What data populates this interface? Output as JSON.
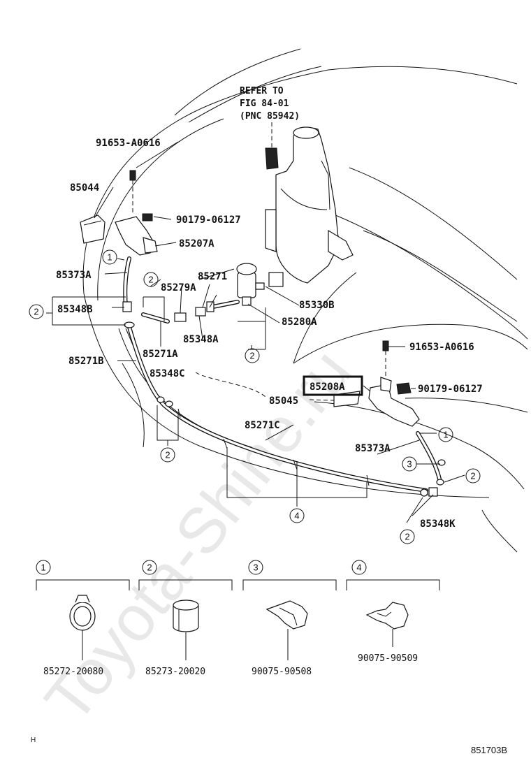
{
  "diagram": {
    "refer_note": [
      "REFER TO",
      "FIG 84-01",
      "(PNC 85942)"
    ],
    "watermark": "Toyota-Shine.ru",
    "footer_left": "H",
    "footer_right": "851703B",
    "highlighted_part": "85208A",
    "callouts": {
      "p91653_top": "91653-A0616",
      "p85044": "85044",
      "p90179_top": "90179-06127",
      "p85207A": "85207A",
      "p85373A_left": "85373A",
      "p85279A": "85279A",
      "p85271": "85271",
      "p85348B": "85348B",
      "p85330B": "85330B",
      "p85280A": "85280A",
      "p85271A": "85271A",
      "p85348A": "85348A",
      "p85271B": "85271B",
      "p85348C": "85348C",
      "p85045": "85045",
      "p91653_right": "91653-A0616",
      "p85208A": "85208A",
      "p90179_right": "90179-06127",
      "p85271C": "85271C",
      "p85373A_right": "85373A",
      "p85348K": "85348K"
    },
    "circle_marks": [
      "1",
      "2",
      "3",
      "4"
    ],
    "legend": [
      {
        "num": "1",
        "part": "85272-20080"
      },
      {
        "num": "2",
        "part": "85273-20020"
      },
      {
        "num": "3",
        "part": "90075-90508"
      },
      {
        "num": "4",
        "part": "90075-90509"
      }
    ]
  }
}
